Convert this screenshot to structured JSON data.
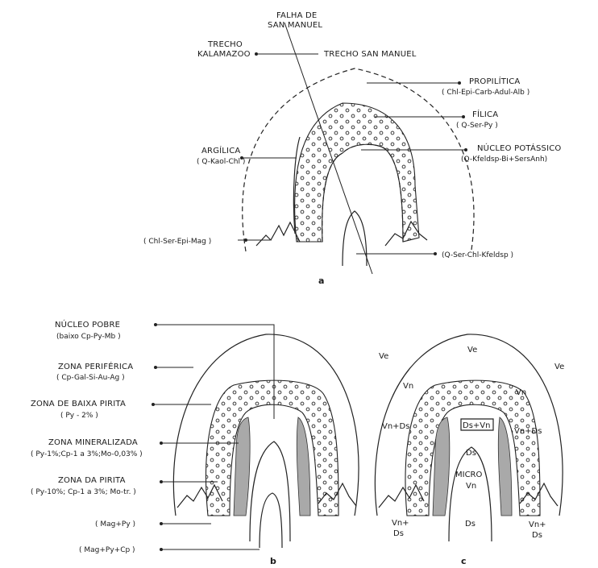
{
  "panel_a": {
    "caption": "a",
    "falha_line1": "FALHA DE",
    "falha_line2": "SAN MANUEL",
    "kalamazoo_line1": "TRECHO",
    "kalamazoo_line2": "KALAMAZOO",
    "san_manuel": "TRECHO SAN MANUEL",
    "propilitica": "PROPILÍTICA",
    "propilitica_sub": "( Chl-Epi-Carb-Adul-Alb )",
    "filica": "FÍLICA",
    "filica_sub": "( Q-Ser-Py )",
    "nucleo": "NÚCLEO POTÁSSICO",
    "nucleo_sub": "(Q-Kfeldsp-Bi+SersAnh)",
    "argilica": "ARGÍLICA",
    "argilica_sub": "( Q-Kaol-Chl )",
    "chl_ser": "( Chl-Ser-Epi-Mag )",
    "q_ser": "(Q-Ser-Chl-Kfeldsp )"
  },
  "panel_b": {
    "caption": "b",
    "nucleo_pobre": "NÚCLEO POBRE",
    "nucleo_pobre_sub": "(baixo Cp-Py-Mb )",
    "periferica": "ZONA PERIFÉRICA",
    "periferica_sub": "( Cp-Gal-Si-Au-Ag )",
    "baixa_pirita": "ZONA DE BAIXA PIRITA",
    "baixa_pirita_sub": "( Py - 2% )",
    "mineralizada": "ZONA MINERALIZADA",
    "mineralizada_sub": "( Py-1%;Cp-1 a 3%;Mo-0,03% )",
    "da_pirita": "ZONA DA PIRITA",
    "da_pirita_sub": "( Py-10%; Cp-1 a 3%; Mo-tr. )",
    "mag_py": "( Mag+Py )",
    "mag_py_cp": "( Mag+Py+Cp )"
  },
  "panel_c": {
    "caption": "c",
    "ve_top": "Ve",
    "ve_left": "Ve",
    "ve_right": "Ve",
    "vn_left": "Vn",
    "vn_right": "Vn",
    "vn_ds_left": "Vn+Ds",
    "ds_vn": "Ds+Vn",
    "vn_ds_right": "Vn+Ds",
    "ds": "Ds",
    "micro": "MICRO",
    "vn_micro": "Vn",
    "ds_bottom": "Ds",
    "vn_bl": "Vn+",
    "ds_bl": "Ds",
    "vn_br": "Vn+",
    "ds_br": "Ds"
  }
}
